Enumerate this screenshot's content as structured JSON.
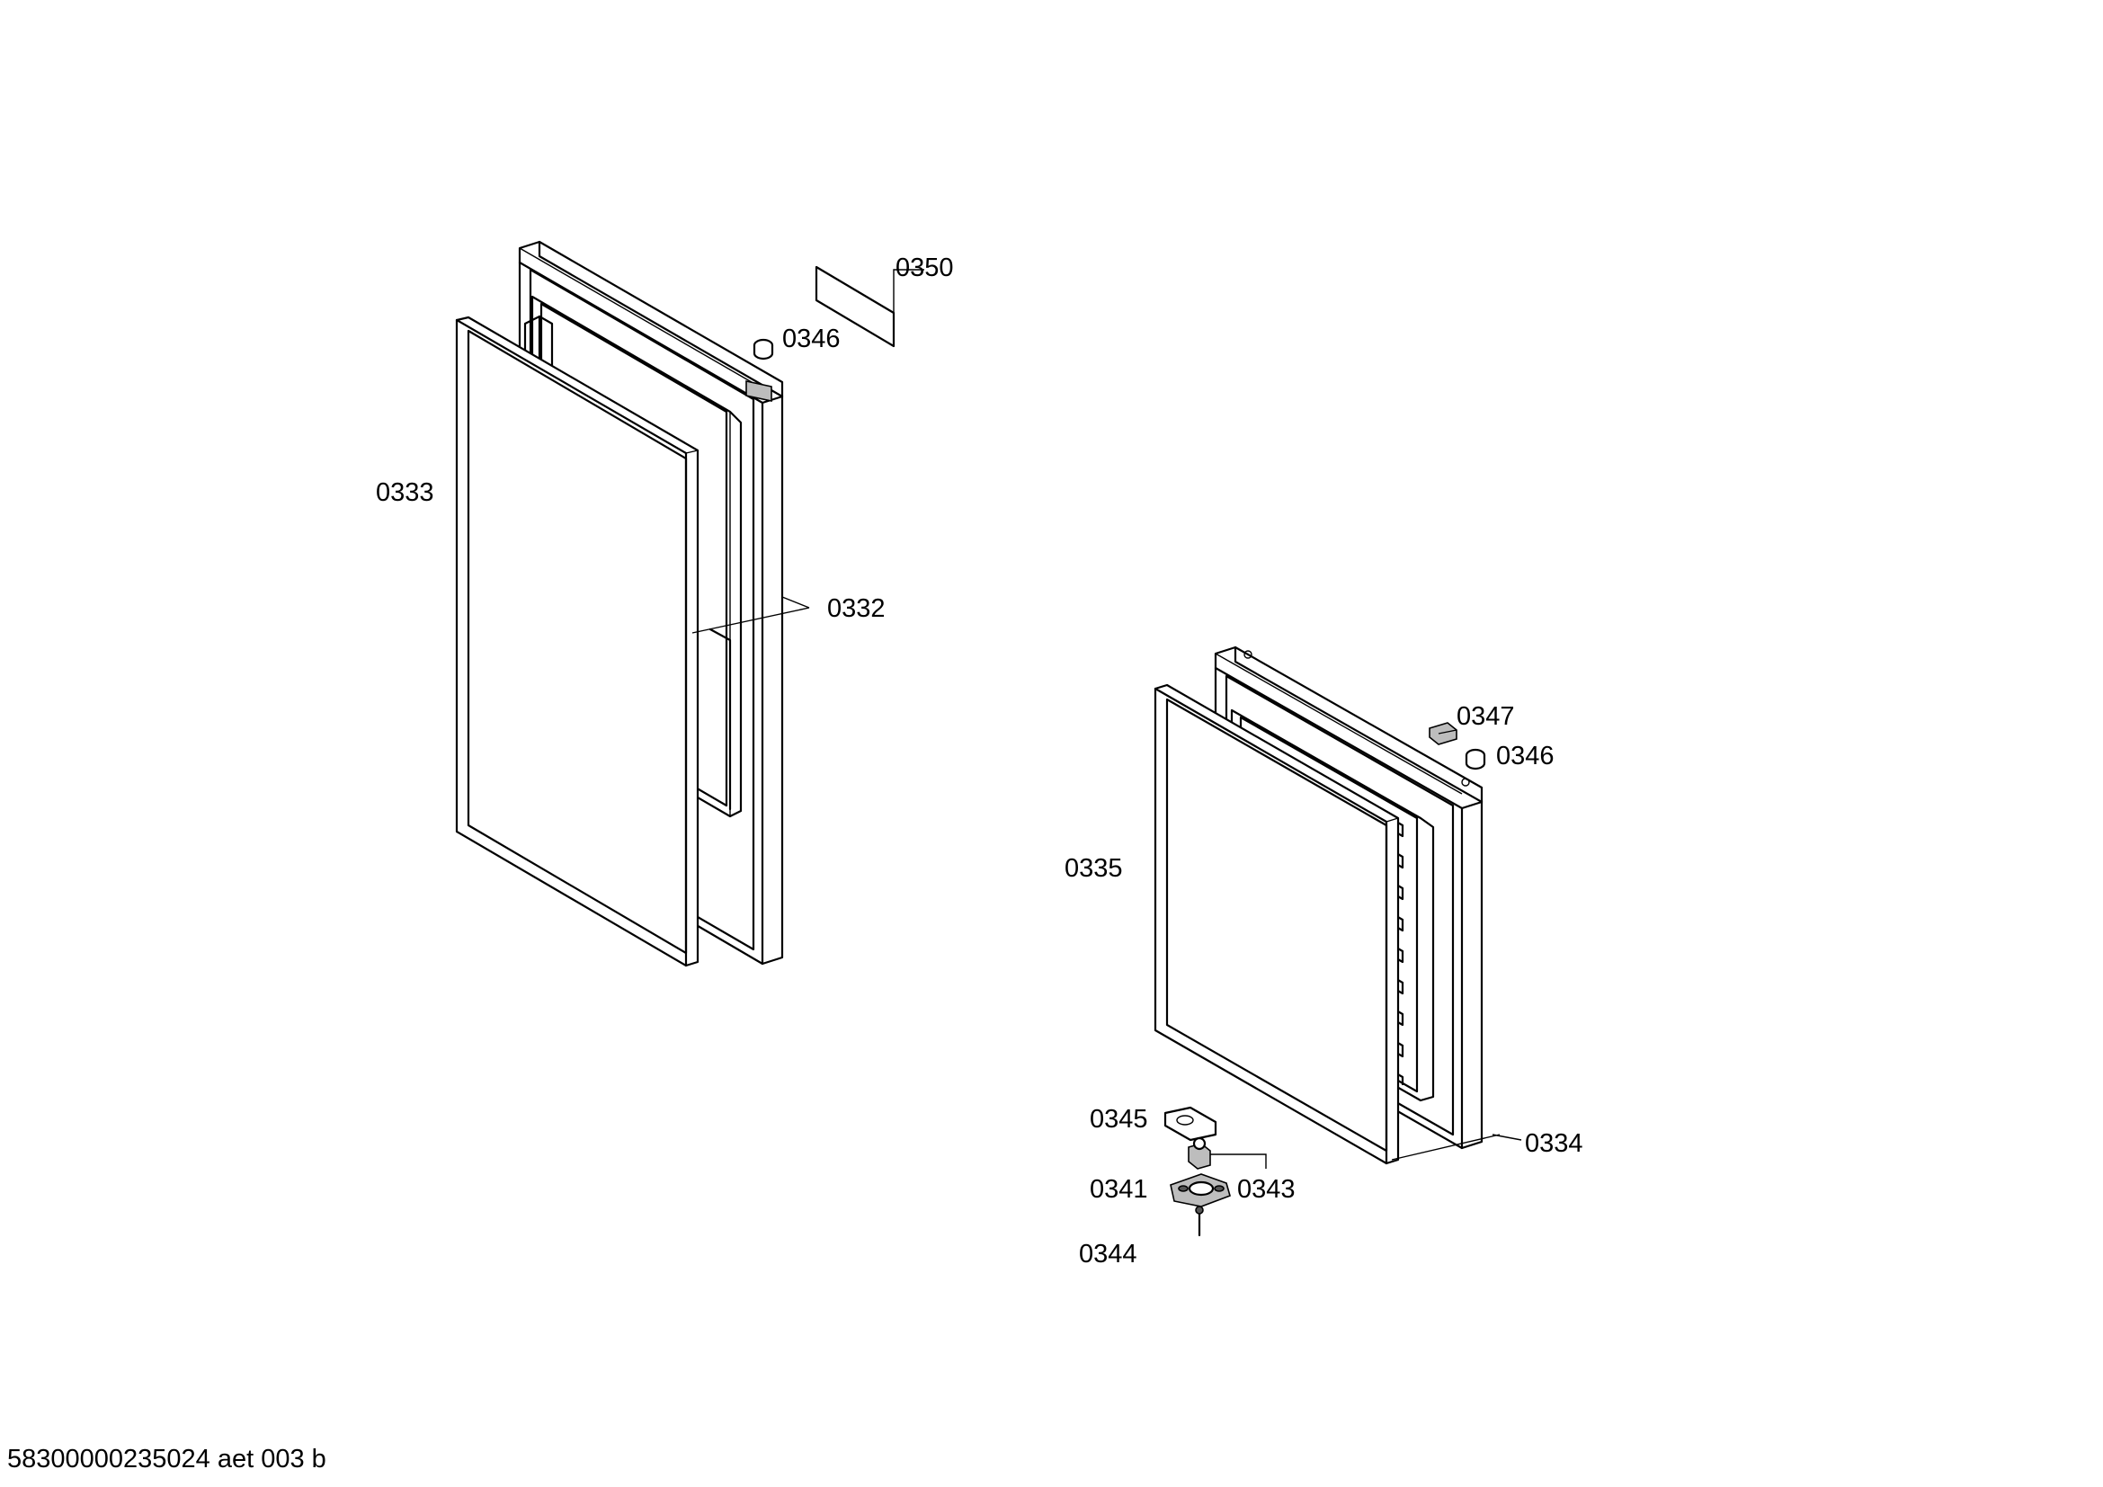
{
  "document_code": "58300000235024 aet 003 b",
  "labels": {
    "p0350": "0350",
    "p0346_top": "0346",
    "p0333": "0333",
    "p0332": "0332",
    "p0347": "0347",
    "p0346_right": "0346",
    "p0335": "0335",
    "p0345": "0345",
    "p0334": "0334",
    "p0341": "0341",
    "p0343": "0343",
    "p0344": "0344"
  }
}
